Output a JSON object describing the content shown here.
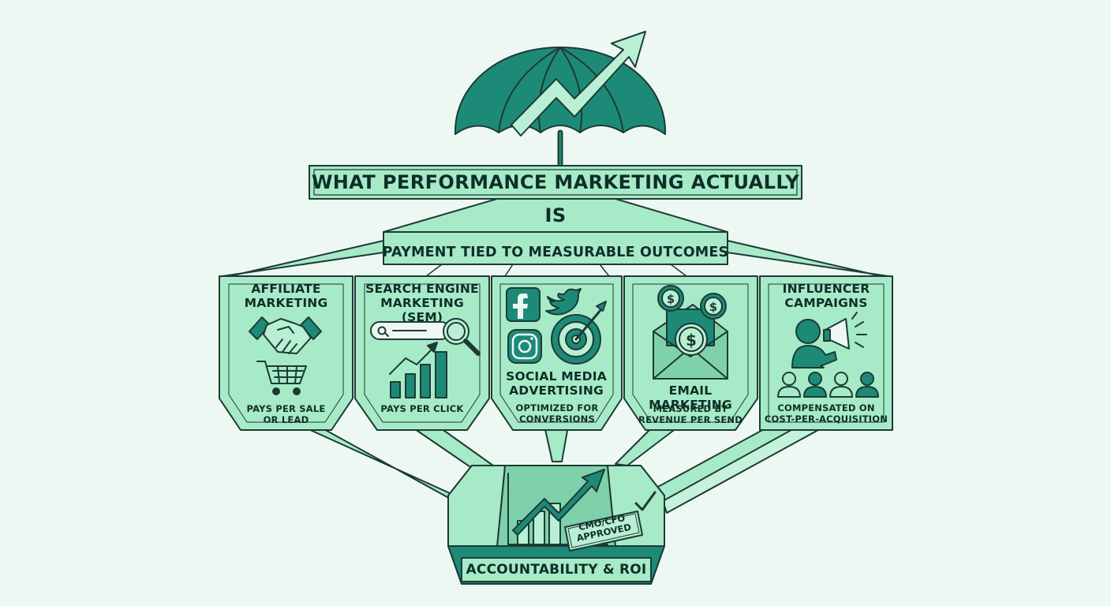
{
  "title": "WHAT PERFORMANCE MARKETING ACTUALLY IS",
  "subtitle": "PAYMENT TIED TO MEASURABLE OUTCOMES",
  "pillars": [
    {
      "name": "AFFILIATE\nMARKETING",
      "desc": "PAYS PER SALE\nOR LEAD",
      "icons": [
        "handshake-icon",
        "shopping-cart-icon"
      ]
    },
    {
      "name": "SEARCH ENGINE\nMARKETING (SEM)",
      "desc": "PAYS PER CLICK",
      "icons": [
        "search-bar-icon",
        "magnifier-icon",
        "bar-chart-icon"
      ]
    },
    {
      "name": "SOCIAL MEDIA\nADVERTISING",
      "desc": "OPTIMIZED FOR\nCONVERSIONS",
      "icons": [
        "facebook-icon",
        "twitter-icon",
        "instagram-icon",
        "target-icon"
      ]
    },
    {
      "name": "EMAIL MARKETING",
      "desc": "MEASURED BY\nREVENUE PER SEND",
      "icons": [
        "dollar-coin-icon",
        "envelope-icon"
      ]
    },
    {
      "name": "INFLUENCER\nCAMPAIGNS",
      "desc": "COMPENSATED ON\nCOST-PER-ACQUISITION",
      "icons": [
        "megaphone-person-icon",
        "audience-icon"
      ]
    }
  ],
  "bottom_label": "ACCOUNTABILITY & ROI",
  "stamp": "CMO/CFO\nAPPROVED",
  "colors": {
    "background": "#eef8f3",
    "panel": "#a7eac8",
    "panel_dark": "#7fd1ab",
    "teal": "#1d8a78",
    "outline": "#1d3b35",
    "text": "#0f2e28"
  }
}
